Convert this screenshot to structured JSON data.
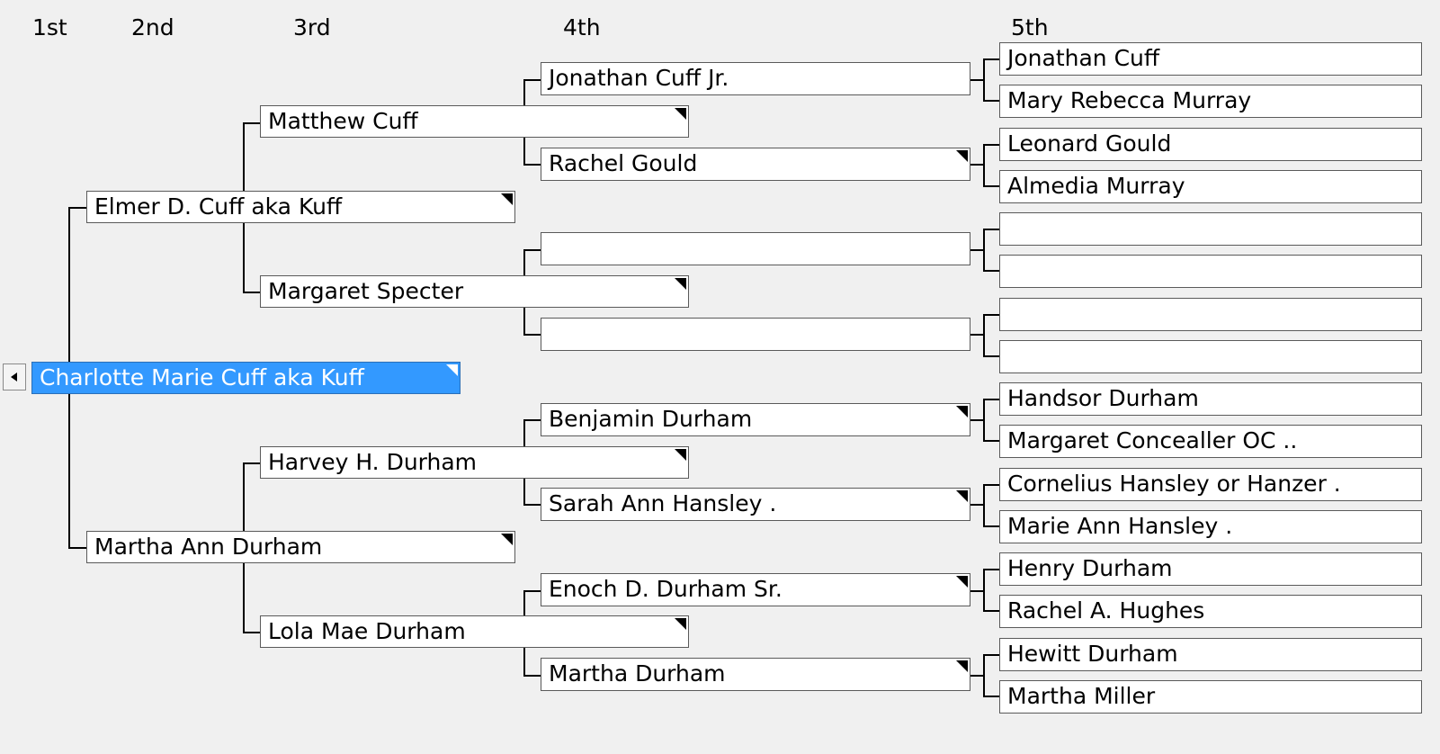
{
  "generation_headers": [
    "1st",
    "2nd",
    "3rd",
    "4th",
    "5th"
  ],
  "people": {
    "p1": "Charlotte Marie Cuff aka Kuff",
    "p2": "Elmer D. Cuff aka Kuff",
    "p3": "Martha Ann Durham",
    "p4": "Matthew Cuff",
    "p5": "Margaret Specter",
    "p6": "Harvey H. Durham",
    "p7": "Lola Mae Durham",
    "p8": "Jonathan Cuff Jr.",
    "p9": "Rachel Gould",
    "p10": "",
    "p11": "",
    "p12": "Benjamin Durham",
    "p13": "Sarah Ann Hansley .",
    "p14": "Enoch D. Durham Sr.",
    "p15": "Martha Durham",
    "p16": "Jonathan Cuff",
    "p17": "Mary Rebecca Murray",
    "p18": "Leonard Gould",
    "p19": "Almedia Murray",
    "p20": "",
    "p21": "",
    "p22": "",
    "p23": "",
    "p24": "Handsor Durham",
    "p25": "Margaret Concealler OC ..",
    "p26": "Cornelius Hansley or Hanzer .",
    "p27": "Marie Ann Hansley .",
    "p28": "Henry Durham",
    "p29": "Rachel A. Hughes",
    "p30": "Hewitt Durham",
    "p31": "Martha Miller"
  },
  "selected_person": "p1",
  "colors": {
    "selected_bg": "#3399ff",
    "selected_text": "#ffffff",
    "background": "#f0f0f0"
  },
  "icons": {
    "back": "left-arrow-icon",
    "has_parents": "corner-triangle-icon"
  }
}
